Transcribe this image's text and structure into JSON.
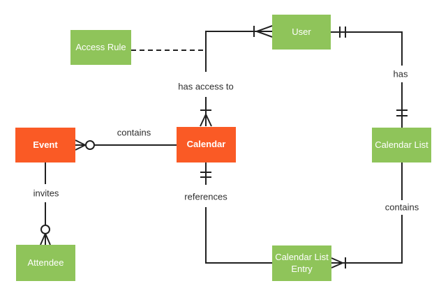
{
  "diagram": {
    "type": "entity-relationship-diagram",
    "subject": "Calendar data model",
    "colors": {
      "entity_green": "#8FC45A",
      "entity_orange": "#FA5A25",
      "line": "#202020",
      "label_text": "#2e2e2e",
      "entity_text": "#ffffff",
      "background": "#ffffff"
    },
    "entities": [
      {
        "id": "access-rule",
        "label": "Access Rule",
        "color": "#8FC45A"
      },
      {
        "id": "user",
        "label": "User",
        "color": "#8FC45A"
      },
      {
        "id": "event",
        "label": "Event",
        "color": "#FA5A25"
      },
      {
        "id": "calendar",
        "label": "Calendar",
        "color": "#FA5A25"
      },
      {
        "id": "calendar-list",
        "label": "Calendar List",
        "color": "#8FC45A"
      },
      {
        "id": "attendee",
        "label": "Attendee",
        "color": "#8FC45A"
      },
      {
        "id": "calendar-list-entry",
        "label": "Calendar List Entry",
        "color": "#8FC45A"
      }
    ],
    "relationships": [
      {
        "from": "Event",
        "to": "Calendar",
        "label": "contains",
        "from_end": "zero-or-many",
        "to_end": "plain",
        "style": "solid"
      },
      {
        "from": "Calendar",
        "to": "User",
        "label": "has access to",
        "from_end": "one-or-many",
        "to_end": "one-or-many",
        "style": "solid"
      },
      {
        "from": "User",
        "to": "Calendar List",
        "label": "has",
        "from_end": "one-and-only-one",
        "to_end": "one-and-only-one",
        "style": "solid"
      },
      {
        "from": "Event",
        "to": "Attendee",
        "label": "invites",
        "from_end": "plain",
        "to_end": "zero-or-many",
        "style": "solid"
      },
      {
        "from": "Calendar",
        "to": "Calendar List Entry",
        "label": "references",
        "from_end": "one-and-only-one",
        "to_end": "plain",
        "style": "solid"
      },
      {
        "from": "Calendar List",
        "to": "Calendar List Entry",
        "label": "contains",
        "from_end": "plain",
        "to_end": "one-or-many",
        "style": "solid"
      },
      {
        "from": "Access Rule",
        "to": "Calendar–User relationship line",
        "label": "",
        "from_end": "plain",
        "to_end": "plain",
        "style": "dashed"
      }
    ]
  }
}
